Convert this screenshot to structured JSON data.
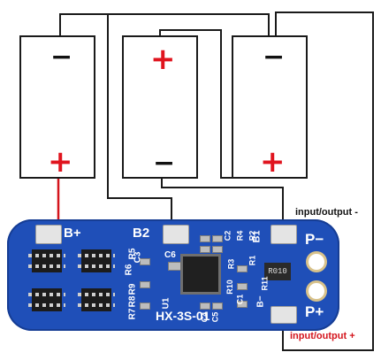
{
  "cells": [
    {
      "top_symbol": "−",
      "bottom_symbol": "+"
    },
    {
      "top_symbol": "+",
      "bottom_symbol": "−"
    },
    {
      "top_symbol": "−",
      "bottom_symbol": "+"
    }
  ],
  "board": {
    "b_plus": "B+",
    "b2": "B2",
    "b1": "B1",
    "p_minus": "P−",
    "p_plus": "P+",
    "b_minus": "B−",
    "model": "HX-3S-01",
    "resistor_code": "R010",
    "silk_labels": [
      "R6",
      "C3",
      "R5",
      "R8",
      "R9",
      "R7",
      "C6",
      "U1",
      "C2",
      "C4",
      "R10",
      "R3",
      "R4",
      "R1",
      "R2",
      "R11",
      "C5",
      "C1"
    ]
  },
  "labels": {
    "output_minus": "input/output -",
    "output_plus": "input/output +"
  },
  "colors": {
    "pcb": "#1f4fb8",
    "red_wire": "#d4141c",
    "black_wire": "#1a1a1a",
    "plus_symbol": "#e0141e"
  }
}
